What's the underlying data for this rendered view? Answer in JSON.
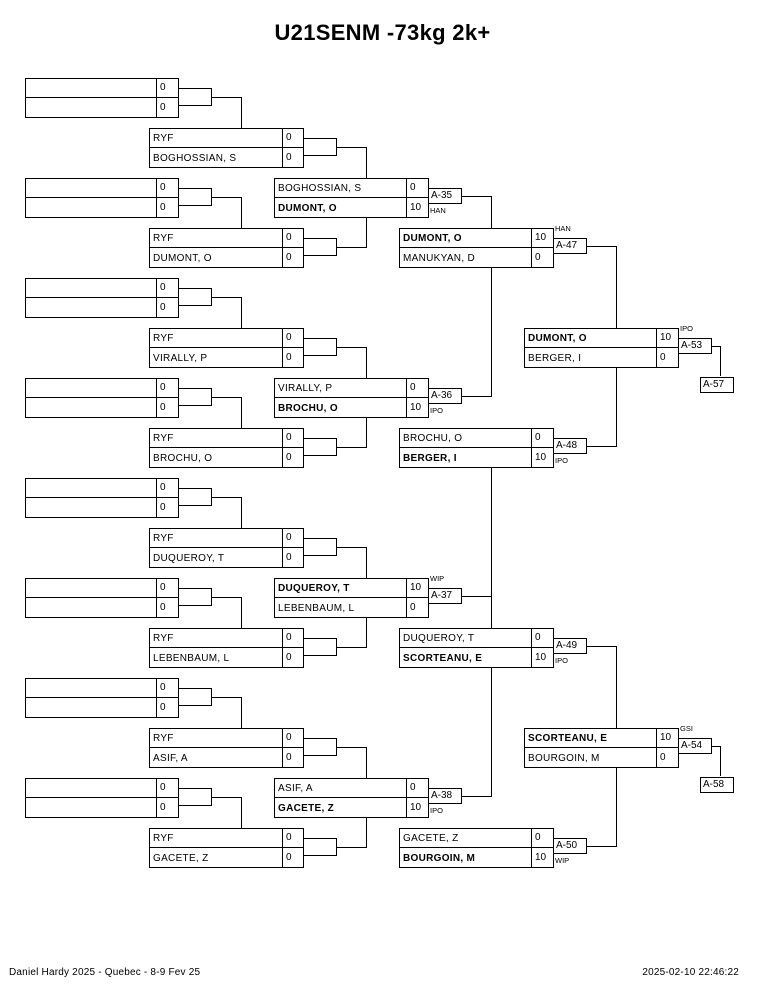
{
  "title": "U21SENM -73kg 2k+",
  "footer": {
    "left": "Daniel Hardy 2025 - Quebec - 8-9 Fev 25",
    "right": "2025-02-10 22:46:22"
  },
  "round1": [
    {
      "a": "",
      "as": "0",
      "b": "",
      "bs": "0"
    },
    {
      "a": "",
      "as": "0",
      "b": "",
      "bs": "0"
    },
    {
      "a": "",
      "as": "0",
      "b": "",
      "bs": "0"
    },
    {
      "a": "",
      "as": "0",
      "b": "",
      "bs": "0"
    },
    {
      "a": "",
      "as": "0",
      "b": "",
      "bs": "0"
    },
    {
      "a": "",
      "as": "0",
      "b": "",
      "bs": "0"
    },
    {
      "a": "",
      "as": "0",
      "b": "",
      "bs": "0"
    },
    {
      "a": "",
      "as": "0",
      "b": "",
      "bs": "0"
    }
  ],
  "round2": [
    {
      "a": "RYF",
      "as": "0",
      "b": "BOGHOSSIAN, S",
      "bs": "0"
    },
    {
      "a": "RYF",
      "as": "0",
      "b": "DUMONT, O",
      "bs": "0"
    },
    {
      "a": "RYF",
      "as": "0",
      "b": "VIRALLY, P",
      "bs": "0"
    },
    {
      "a": "RYF",
      "as": "0",
      "b": "BROCHU, O",
      "bs": "0"
    },
    {
      "a": "RYF",
      "as": "0",
      "b": "DUQUEROY, T",
      "bs": "0"
    },
    {
      "a": "RYF",
      "as": "0",
      "b": "LEBENBAUM, L",
      "bs": "0"
    },
    {
      "a": "RYF",
      "as": "0",
      "b": "ASIF, A",
      "bs": "0"
    },
    {
      "a": "RYF",
      "as": "0",
      "b": "GACETE, Z",
      "bs": "0"
    }
  ],
  "round3": [
    {
      "a": "BOGHOSSIAN, S",
      "as": "0",
      "b": "DUMONT, O",
      "bs": "10",
      "winner": "b",
      "tag": "A-35",
      "note": "HAN"
    },
    {
      "a": "VIRALLY, P",
      "as": "0",
      "b": "BROCHU, O",
      "bs": "10",
      "winner": "b",
      "tag": "A-36",
      "note": "IPO"
    },
    {
      "a": "DUQUEROY, T",
      "as": "10",
      "b": "LEBENBAUM, L",
      "bs": "0",
      "winner": "a",
      "tag": "A-37",
      "note": "WIP"
    },
    {
      "a": "ASIF, A",
      "as": "0",
      "b": "GACETE, Z",
      "bs": "10",
      "winner": "b",
      "tag": "A-38",
      "note": "IPO"
    }
  ],
  "round4": [
    {
      "a": "DUMONT, O",
      "as": "10",
      "b": "MANUKYAN, D",
      "bs": "0",
      "winner": "a",
      "tag": "A-47",
      "note": "HAN"
    },
    {
      "a": "BROCHU, O",
      "as": "0",
      "b": "BERGER, I",
      "bs": "10",
      "winner": "b",
      "tag": "A-48",
      "note": "IPO"
    },
    {
      "a": "DUQUEROY, T",
      "as": "0",
      "b": "SCORTEANU, E",
      "bs": "10",
      "winner": "b",
      "tag": "A-49",
      "note": "IPO"
    },
    {
      "a": "GACETE, Z",
      "as": "0",
      "b": "BOURGOIN, M",
      "bs": "10",
      "winner": "b",
      "tag": "A-50",
      "note": "WIP"
    }
  ],
  "round5": [
    {
      "a": "DUMONT, O",
      "as": "10",
      "b": "BERGER, I",
      "bs": "0",
      "winner": "a",
      "tag": "A-53",
      "note": "IPO",
      "next": "A-57"
    },
    {
      "a": "SCORTEANU, E",
      "as": "10",
      "b": "BOURGOIN, M",
      "bs": "0",
      "winner": "a",
      "tag": "A-54",
      "note": "GSI",
      "next": "A-58"
    }
  ]
}
